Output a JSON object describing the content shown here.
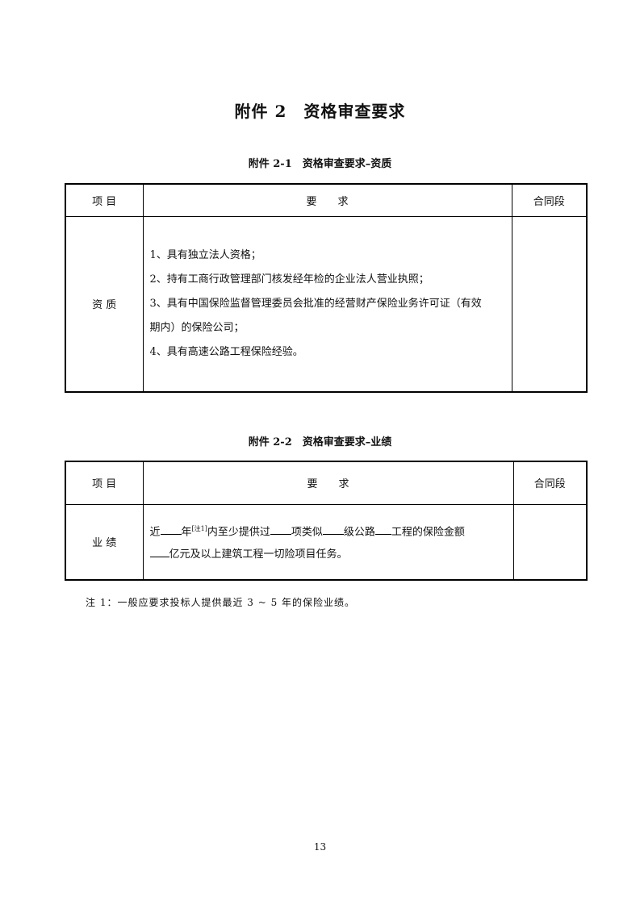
{
  "document": {
    "title": "附件 2　资格审查要求",
    "page_number": "13"
  },
  "table1": {
    "caption": "附件 2-1　资格审查要求–资质",
    "headers": [
      "项 目",
      "要　　求",
      "合同段"
    ],
    "row": {
      "item": "资 质",
      "requirements": [
        "1、具有独立法人资格；",
        "2、持有工商行政管理部门核发经年检的企业法人营业执照；",
        "3、具有中国保险监督管理委员会批准的经营财产保险业务许可证（有效",
        "期内）的保险公司；",
        "4、具有高速公路工程保险经验。"
      ],
      "contract_section": ""
    }
  },
  "table2": {
    "caption": "附件 2-2　资格审查要求–业绩",
    "headers": [
      "项 目",
      "要　　求",
      "合同段"
    ],
    "row": {
      "item": "业 绩",
      "line1": {
        "p1": "近",
        "p2": "年",
        "sup": "[注1]",
        "p3": "内至少提供过",
        "p4": "项类似",
        "p5": "级公路",
        "p6": "工程的保险金额"
      },
      "line2": {
        "p1": "亿元及以上建筑工程一切险项目任务。"
      },
      "contract_section": ""
    }
  },
  "note": "注 1：一般应要求投标人提供最近 3 ~ 5 年的保险业绩。"
}
